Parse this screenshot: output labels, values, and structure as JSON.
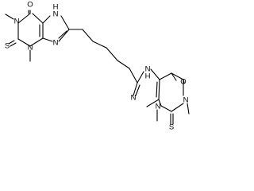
{
  "molecule": {
    "atoms": {
      "a_o1": "O",
      "a_n1": "N",
      "a_n7": "N",
      "a_h7": "H",
      "a_s1": "S",
      "a_n3": "N",
      "a_n9": "N",
      "a_n7b": "N",
      "a_h7b": "H",
      "a_o1b": "O",
      "a_n9b": "N",
      "a_n3b": "N",
      "a_n1b": "N",
      "a_s1b": "S"
    }
  }
}
